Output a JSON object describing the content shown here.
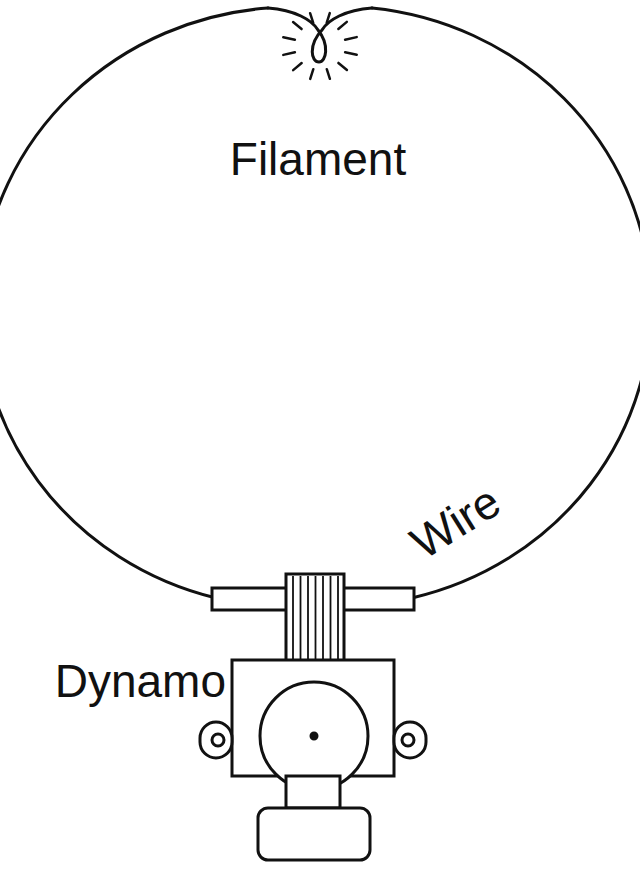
{
  "diagram": {
    "labels": [
      "Filament",
      "Wire",
      "Dynamo"
    ]
  }
}
